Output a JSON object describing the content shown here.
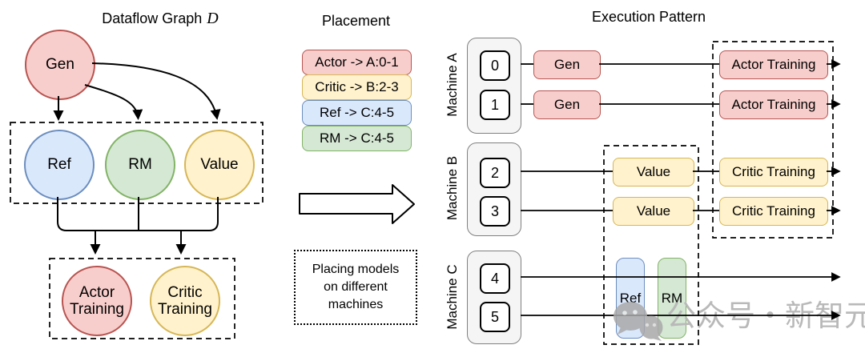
{
  "titles": {
    "dataflow_main": "Dataflow Graph",
    "dataflow_math": "D",
    "placement": "Placement",
    "execution": "Execution Pattern"
  },
  "dataflow": {
    "gen": "Gen",
    "ref": "Ref",
    "rm": "RM",
    "value": "Value",
    "actor_training": "Actor Training",
    "critic_training": "Critic Training"
  },
  "placement": {
    "entries": [
      {
        "label": "Actor -> A:0-1",
        "color": "red"
      },
      {
        "label": "Critic -> B:2-3",
        "color": "yellow"
      },
      {
        "label": "Ref -> C:4-5",
        "color": "blue"
      },
      {
        "label": "RM -> C:4-5",
        "color": "green"
      }
    ],
    "note_lines": [
      "Placing models",
      "on different",
      "machines"
    ]
  },
  "execution": {
    "machine_a": {
      "name": "Machine A",
      "gpu0": "0",
      "gpu1": "1",
      "task1a": "Gen",
      "task1b": "Gen",
      "task2a": "Actor Training",
      "task2b": "Actor Training"
    },
    "machine_b": {
      "name": "Machine B",
      "gpu0": "2",
      "gpu1": "3",
      "task1a": "Value",
      "task1b": "Value",
      "task2a": "Critic Training",
      "task2b": "Critic Training"
    },
    "machine_c": {
      "name": "Machine C",
      "gpu0": "4",
      "gpu1": "5",
      "ref": "Ref",
      "rm": "RM"
    }
  },
  "watermark": {
    "text": "公众号・新智元"
  },
  "colors": {
    "red_fill": "#f8cecc",
    "red_stroke": "#b85450",
    "yellow_fill": "#fff2cc",
    "yellow_stroke": "#d6b656",
    "blue_fill": "#dae8fc",
    "blue_stroke": "#6c8ebf",
    "green_fill": "#d5e8d4",
    "green_stroke": "#82b366",
    "machine_fill": "#f5f5f5",
    "machine_stroke": "#808080",
    "line": "#000000",
    "watermark_gray": "#b9b9b9"
  }
}
